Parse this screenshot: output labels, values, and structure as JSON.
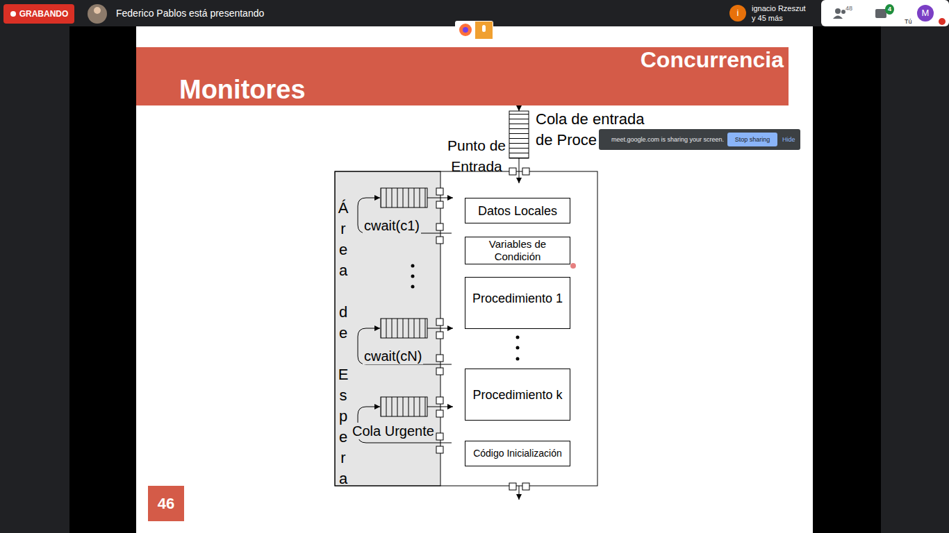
{
  "diagram": {
    "title": "Monitores",
    "nodes": [
      {
        "text": [
          "GRABANDO"
        ]
      },
      {
        "text": [
          "i"
        ]
      },
      {
        "text": [
          "4"
        ]
      },
      {
        "text": [
          "M"
        ]
      },
      {
        "text": [
          "Concurrencia",
          "Monitores"
        ]
      },
      {
        "text": [
          "meet.google.com is sharing your screen.",
          "Hide"
        ]
      },
      {
        "text": [
          "Stop sharing"
        ],
        "in": 5
      },
      {
        "text": [
          "Área de Espera"
        ]
      },
      {
        "text": [
          "Datos Locales"
        ]
      },
      {
        "text": [
          "Variables de Condición"
        ]
      },
      {
        "text": [
          "Procedimiento 1"
        ]
      },
      {
        "text": [
          "Procedimiento k"
        ]
      },
      {
        "text": [
          "Código Inicialización"
        ]
      },
      {
        "text": [
          "46"
        ]
      }
    ],
    "labels": [
      "Federico Pablos está presentando",
      "ignacio Rzeszut",
      "y 45 más",
      "48",
      "Tú",
      "Cola de entrada de Proce",
      "Punto de Entrada",
      "cwait(c1)",
      "cwait(cN)",
      "Cola Urgente"
    ]
  }
}
